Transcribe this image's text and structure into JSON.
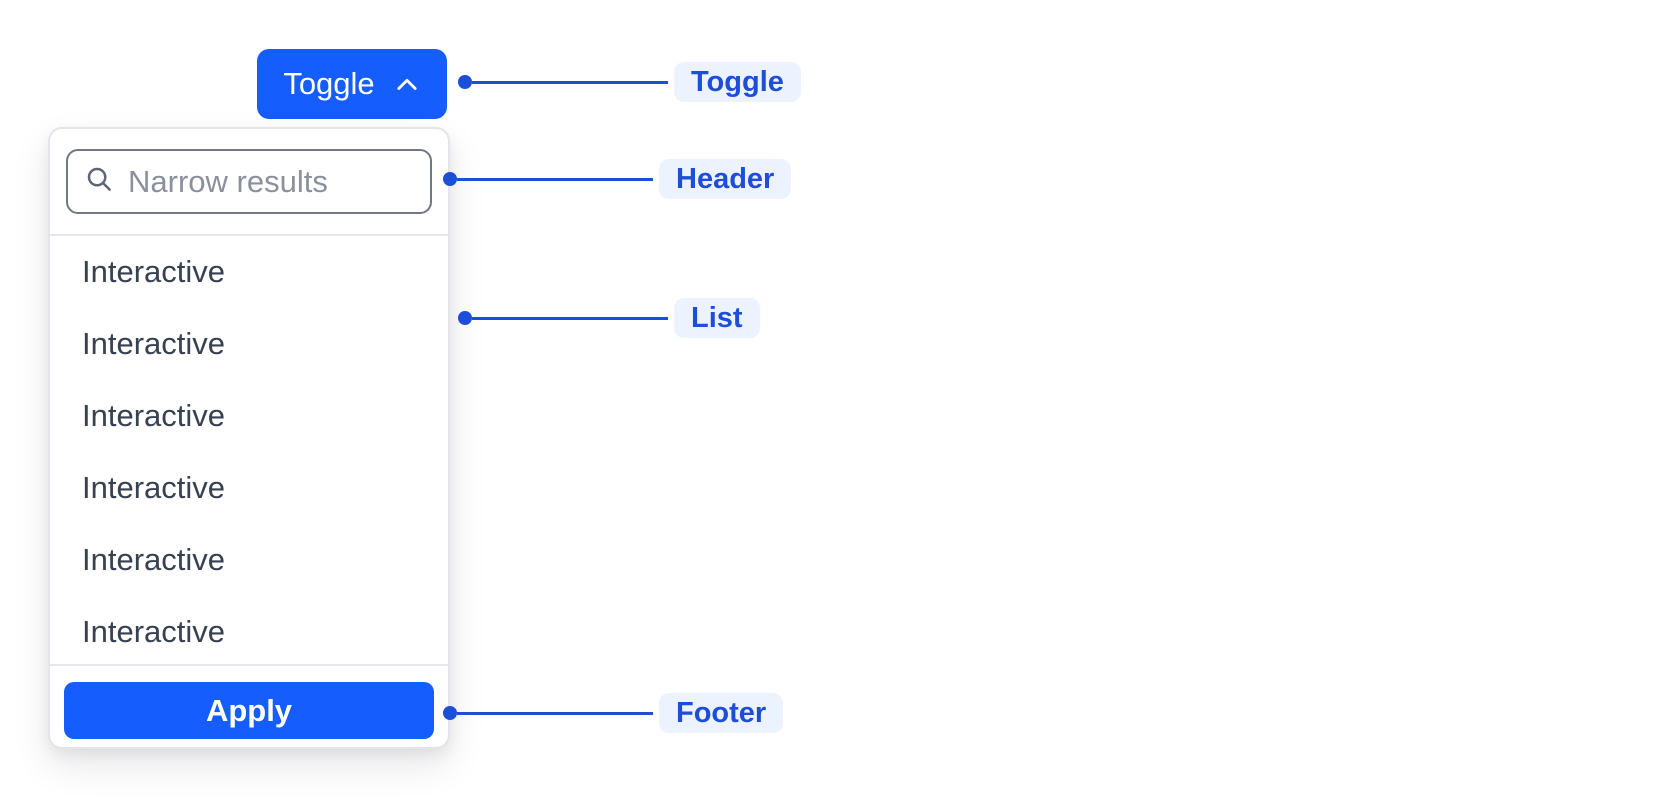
{
  "toggle_button": {
    "label": "Toggle",
    "icon": "chevron-up-icon"
  },
  "dropdown_panel": {
    "header": {
      "search_placeholder": "Narrow results",
      "search_value": "",
      "icon": "search-icon"
    },
    "list_items": [
      "Interactive",
      "Interactive",
      "Interactive",
      "Interactive",
      "Interactive",
      "Interactive"
    ],
    "footer": {
      "apply_label": "Apply"
    }
  },
  "annotations": {
    "toggle": "Toggle",
    "header": "Header",
    "list": "List",
    "footer": "Footer"
  },
  "colors": {
    "primary_blue": "#155dfc",
    "annotation_blue": "#1d4ed8",
    "annotation_pill_bg": "#edf3fe",
    "list_text": "#374151",
    "input_border": "#707785",
    "input_icon": "#5f6672",
    "placeholder_text": "#8a909c",
    "panel_border": "#e4e5e9",
    "divider": "#e5e7eb"
  }
}
